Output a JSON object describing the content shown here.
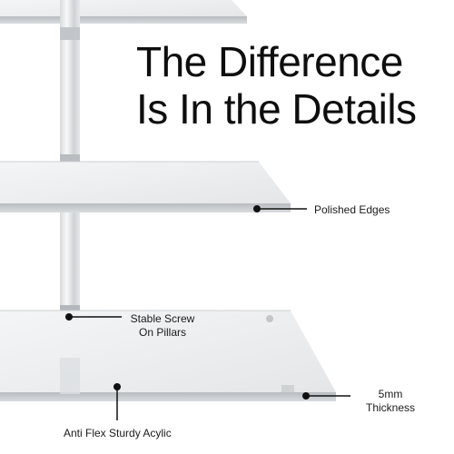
{
  "headline": {
    "line1": "The Difference",
    "line2": "Is In the Details"
  },
  "callouts": {
    "polished_edges": "Polished Edges",
    "stable_screw_line1": "Stable Screw",
    "stable_screw_line2": "On Pillars",
    "thickness_line1": "5mm",
    "thickness_line2": "Thickness",
    "anti_flex": "Anti Flex Sturdy Acylic"
  }
}
